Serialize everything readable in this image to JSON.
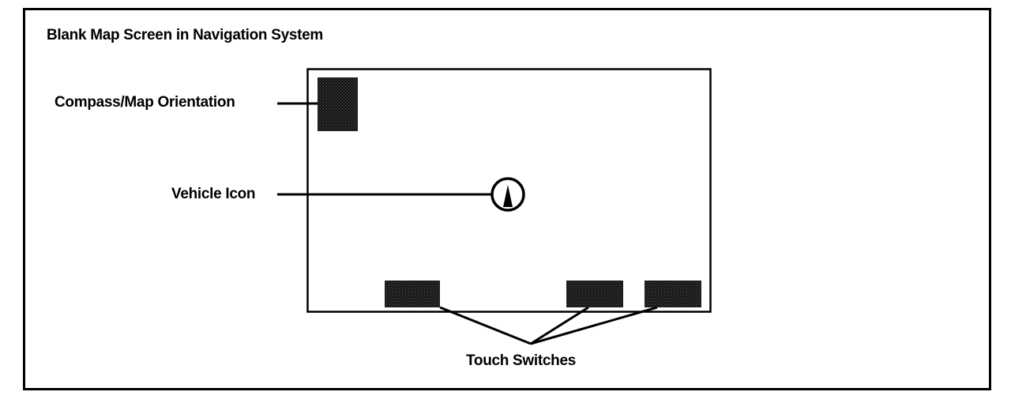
{
  "title": "Blank Map Screen in Navigation System",
  "labels": {
    "compass": "Compass/Map Orientation",
    "vehicle": "Vehicle Icon",
    "touch_switches": "Touch Switches"
  },
  "colors": {
    "ink": "#000000",
    "fill_dark": "#1a1a1a",
    "background": "#ffffff"
  },
  "icons": {
    "compass": "compass-icon",
    "vehicle": "vehicle-icon"
  }
}
